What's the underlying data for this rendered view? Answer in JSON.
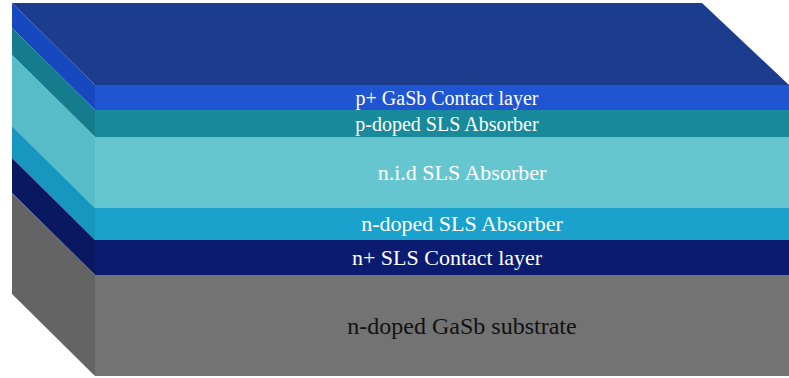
{
  "diagram": {
    "nodes": [
      {
        "text": [
          "p+ GaSb Contact layer"
        ]
      },
      {
        "text": [
          "p-doped SLS Absorber"
        ]
      },
      {
        "text": [
          "n.i.d SLS Absorber"
        ]
      },
      {
        "text": [
          "n-doped SLS Absorber"
        ]
      },
      {
        "text": [
          "n+ SLS Contact layer"
        ]
      },
      {
        "text": [
          "n-doped GaSb substrate"
        ]
      }
    ]
  }
}
